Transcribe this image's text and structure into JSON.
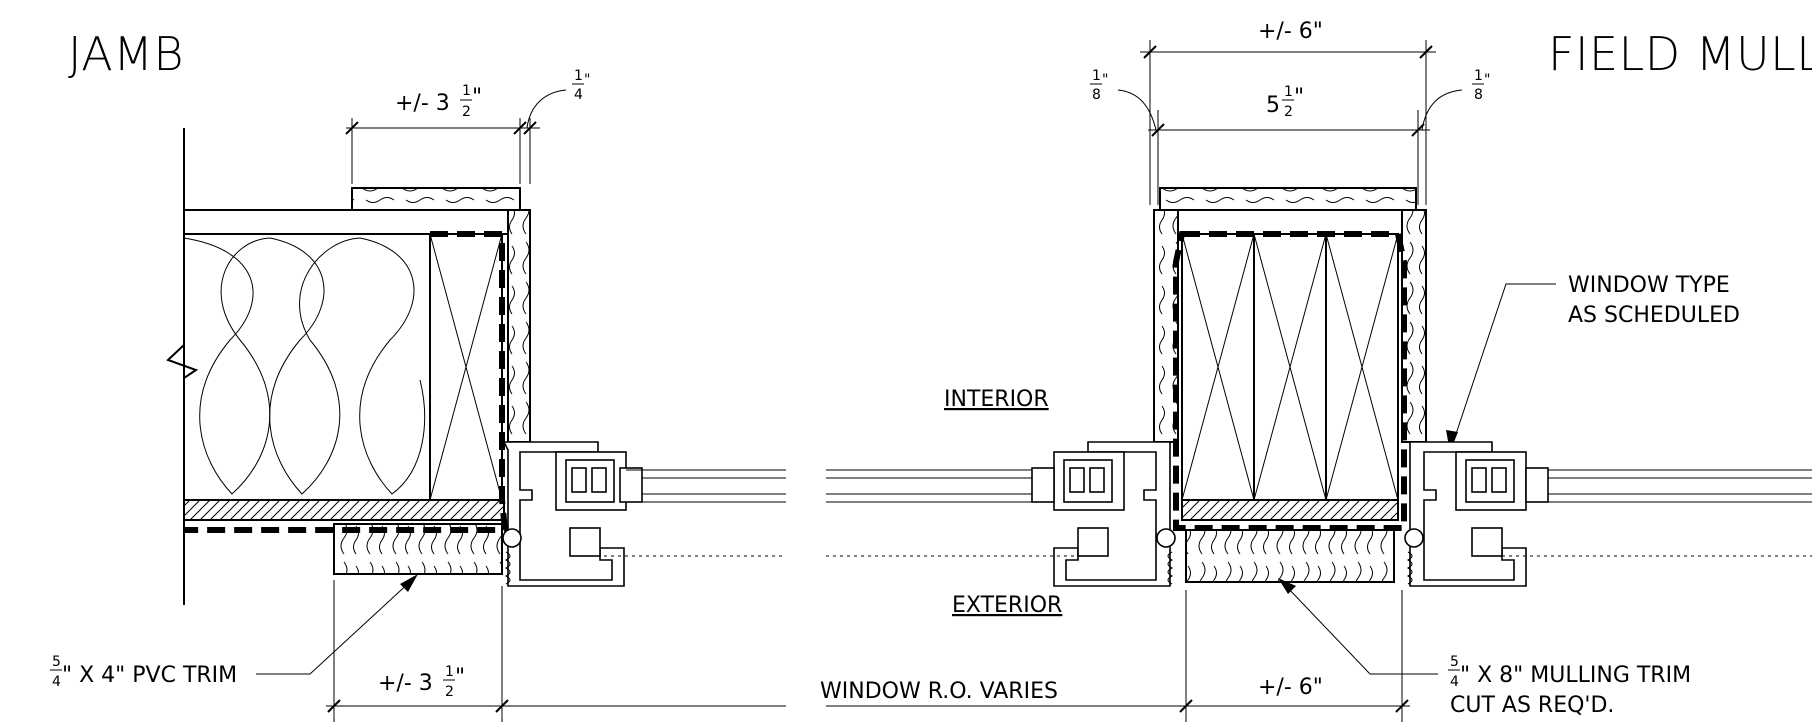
{
  "titles": {
    "jamb": "JAMB",
    "field_mull": "FIELD MULL"
  },
  "dimensions": {
    "jamb_top": {
      "text": "+/- 3",
      "frac_num": "1",
      "frac_den": "2",
      "unit": "\""
    },
    "jamb_gap": {
      "frac_num": "1",
      "frac_den": "4",
      "unit": "\""
    },
    "jamb_bottom": {
      "text": "+/- 3",
      "frac_num": "1",
      "frac_den": "2",
      "unit": "\""
    },
    "mull_overall_top": {
      "text": "+/- 6\""
    },
    "mull_inner_top": {
      "text": "5",
      "frac_num": "1",
      "frac_den": "2",
      "unit": "\""
    },
    "mull_gap_left": {
      "frac_num": "1",
      "frac_den": "8",
      "unit": "\""
    },
    "mull_gap_right": {
      "frac_num": "1",
      "frac_den": "8",
      "unit": "\""
    },
    "mull_bottom": {
      "text": "+/- 6\""
    }
  },
  "notes": {
    "pvc_trim": {
      "frac_num": "5",
      "frac_den": "4",
      "text": "\" X 4\" PVC TRIM"
    },
    "window_type_line1": "WINDOW TYPE",
    "window_type_line2": "AS SCHEDULED",
    "interior": "INTERIOR",
    "exterior": "EXTERIOR",
    "window_ro": "WINDOW R.O. VARIES",
    "mulling_trim_line1": {
      "frac_num": "5",
      "frac_den": "4",
      "text": "\" X 8\" MULLING TRIM"
    },
    "mulling_trim_line2": "CUT AS REQ'D."
  }
}
